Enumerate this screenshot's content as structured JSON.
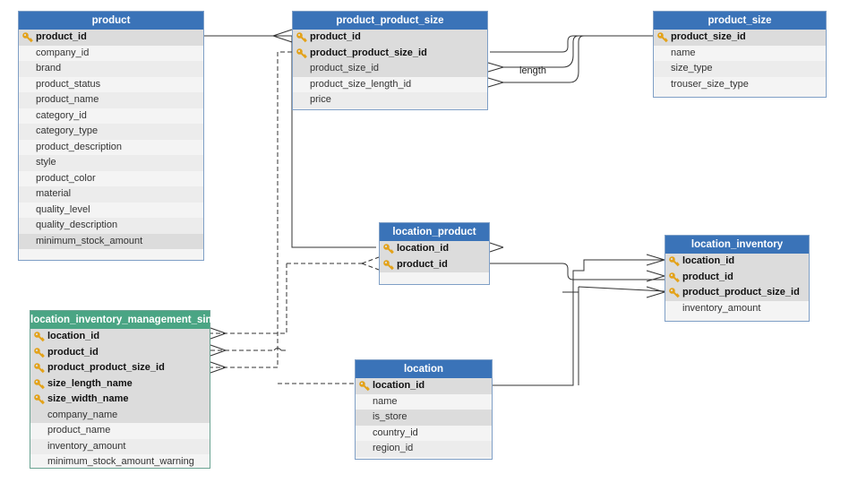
{
  "tables": {
    "product": {
      "title": "product",
      "rows": [
        "product_id",
        "company_id",
        "brand",
        "product_status",
        "product_name",
        "category_id",
        "category_type",
        "product_description",
        "style",
        "product_color",
        "material",
        "quality_level",
        "quality_description",
        "minimum_stock_amount"
      ]
    },
    "product_product_size": {
      "title": "product_product_size",
      "rows": [
        "product_id",
        "product_product_size_id",
        "product_size_id",
        "product_size_length_id",
        "price"
      ]
    },
    "product_size": {
      "title": "product_size",
      "rows": [
        "product_size_id",
        "name",
        "size_type",
        "trouser_size_type"
      ]
    },
    "location_product": {
      "title": "location_product",
      "rows": [
        "location_id",
        "product_id"
      ]
    },
    "location_inventory": {
      "title": "location_inventory",
      "rows": [
        "location_id",
        "product_id",
        "product_product_size_id",
        "inventory_amount"
      ]
    },
    "location_inventory_management_sin": {
      "title": "location_inventory_management_sin",
      "rows": [
        "location_id",
        "product_id",
        "product_product_size_id",
        "size_length_name",
        "size_width_name",
        "company_name",
        "product_name",
        "inventory_amount",
        "minimum_stock_amount_warning"
      ]
    },
    "location": {
      "title": "location",
      "rows": [
        "location_id",
        "name",
        "is_store",
        "country_id",
        "region_id"
      ]
    }
  },
  "relationship_labels": {
    "length": "length"
  },
  "colors": {
    "header_blue": "#3a73b8",
    "header_green": "#4aa584",
    "key_gold": "#e3a21a"
  }
}
